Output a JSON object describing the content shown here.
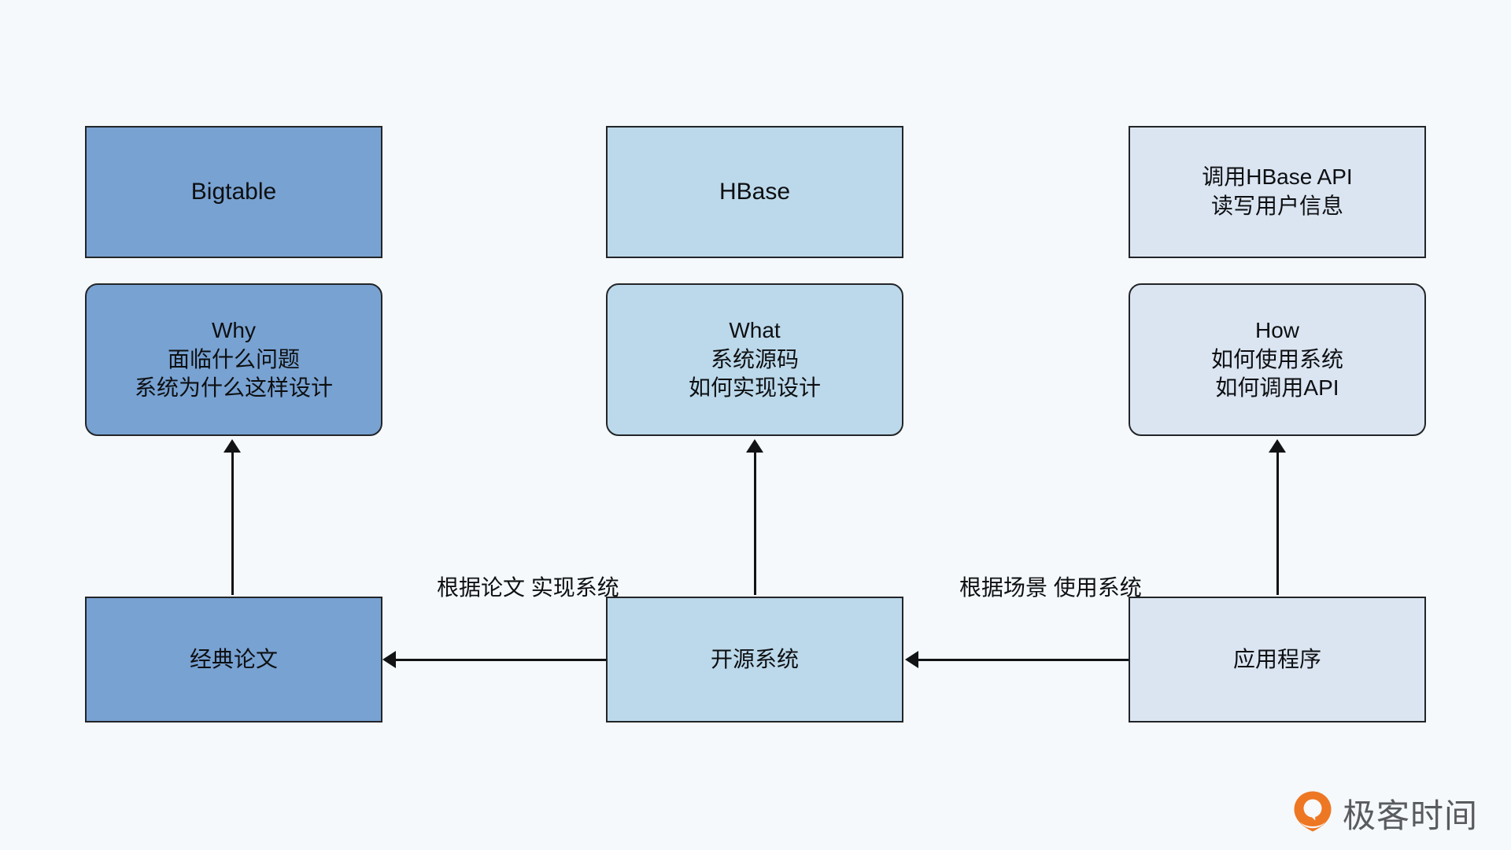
{
  "canvas": {
    "background": "#f5f9fb",
    "stroke": "#222528",
    "text_color": "#0d0f11"
  },
  "palette": {
    "dark_blue": "#78a2d2",
    "mid_blue": "#bcd9eb",
    "light_blue": "#dbe5f2",
    "logo_orange": "#ee7724",
    "logo_text_gray": "#595b5e"
  },
  "columns": [
    {
      "id": "paper",
      "fill": "dark_blue",
      "top_box": {
        "lines": [
          "Bigtable"
        ]
      },
      "mid_box": {
        "lines": [
          "Why",
          "面临什么问题",
          "系统为什么这样设计"
        ]
      },
      "bottom_box": {
        "lines": [
          "经典论文"
        ]
      }
    },
    {
      "id": "opensource",
      "fill": "mid_blue",
      "top_box": {
        "lines": [
          "HBase"
        ]
      },
      "mid_box": {
        "lines": [
          "What",
          "系统源码",
          "如何实现设计"
        ]
      },
      "bottom_box": {
        "lines": [
          "开源系统"
        ]
      }
    },
    {
      "id": "application",
      "fill": "light_blue",
      "top_box": {
        "lines": [
          "调用HBase API",
          "读写用户信息"
        ]
      },
      "mid_box": {
        "lines": [
          "How",
          "如何使用系统",
          "如何调用API"
        ]
      },
      "bottom_box": {
        "lines": [
          "应用程序"
        ]
      }
    }
  ],
  "edge_labels": [
    {
      "id": "paper-edge",
      "lines": [
        "根据论文",
        "实现系统"
      ]
    },
    {
      "id": "scene-edge",
      "lines": [
        "根据场景",
        "使用系统"
      ]
    }
  ],
  "arrows": [
    {
      "id": "paper-up",
      "direction": "up"
    },
    {
      "id": "opensource-up",
      "direction": "up"
    },
    {
      "id": "application-up",
      "direction": "up"
    },
    {
      "id": "opensource-to-paper",
      "direction": "left"
    },
    {
      "id": "application-to-opensource",
      "direction": "left"
    }
  ],
  "watermark": {
    "text": "极客时间",
    "icon": "geekbang-pin-icon"
  }
}
